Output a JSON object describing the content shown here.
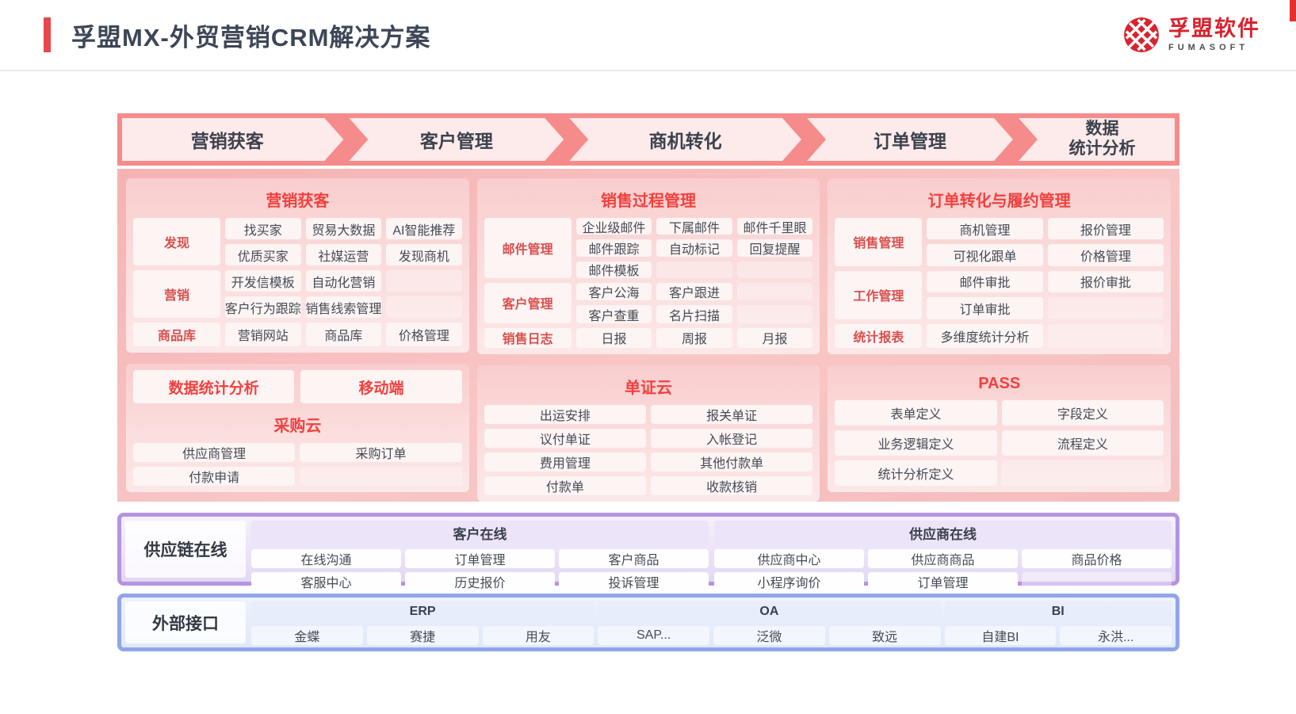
{
  "page": {
    "title": "孚盟MX-外贸营销CRM解决方案",
    "logo_cn": "孚盟软件",
    "logo_en": "FUMASOFT"
  },
  "colors": {
    "accent_red": "#e8474b",
    "flow_salmon": "#f58b8b",
    "section_title_red": "#f1413f",
    "purple_border": "#b494e2",
    "blue_border": "#90a5e9"
  },
  "flow": {
    "steps": [
      "营销获客",
      "客户管理",
      "商机转化",
      "订单管理"
    ],
    "last_step_line1": "数据",
    "last_step_line2": "统计分析"
  },
  "marketing": {
    "title": "营销获客",
    "groups": [
      {
        "label": "发现",
        "rows": [
          [
            "找买家",
            "贸易大数据",
            "AI智能推荐"
          ],
          [
            "优质买家",
            "社媒运营",
            "发现商机"
          ]
        ]
      },
      {
        "label": "营销",
        "rows": [
          [
            "开发信模板",
            "自动化营销",
            ""
          ],
          [
            "客户行为跟踪",
            "销售线索管理",
            ""
          ]
        ]
      },
      {
        "label": "商品库",
        "rows": [
          [
            "营销网站",
            "商品库",
            "价格管理"
          ]
        ]
      }
    ]
  },
  "sales_process": {
    "title": "销售过程管理",
    "groups": [
      {
        "label": "邮件管理",
        "rows": [
          [
            "企业级邮件",
            "下属邮件",
            "邮件千里眼"
          ],
          [
            "邮件跟踪",
            "自动标记",
            "回复提醒"
          ],
          [
            "邮件模板",
            "",
            ""
          ]
        ]
      },
      {
        "label": "客户管理",
        "rows": [
          [
            "客户公海",
            "客户跟进",
            ""
          ],
          [
            "客户查重",
            "名片扫描",
            ""
          ]
        ]
      },
      {
        "label": "销售日志",
        "rows": [
          [
            "日报",
            "周报",
            "月报"
          ]
        ]
      }
    ]
  },
  "order_mgmt": {
    "title": "订单转化与履约管理",
    "groups": [
      {
        "label": "销售管理",
        "rows": [
          [
            "商机管理",
            "报价管理"
          ],
          [
            "可视化跟单",
            "价格管理"
          ]
        ]
      },
      {
        "label": "工作管理",
        "rows": [
          [
            "邮件审批",
            "报价审批"
          ],
          [
            "订单审批",
            ""
          ]
        ]
      },
      {
        "label": "统计报表",
        "rows": [
          [
            "多维度统计分析",
            ""
          ]
        ]
      }
    ]
  },
  "data_mobile": {
    "box1": "数据统计分析",
    "box2": "移动端"
  },
  "procurement": {
    "title": "采购云",
    "rows": [
      [
        "供应商管理",
        "采购订单"
      ],
      [
        "付款申请",
        ""
      ]
    ]
  },
  "docs_cloud": {
    "title": "单证云",
    "rows": [
      [
        "出运安排",
        "报关单证"
      ],
      [
        "议付单证",
        "入帐登记"
      ],
      [
        "费用管理",
        "其他付款单"
      ],
      [
        "付款单",
        "收款核销"
      ]
    ]
  },
  "pass_platform": {
    "title": "PASS",
    "rows": [
      [
        "表单定义",
        "字段定义"
      ],
      [
        "业务逻辑定义",
        "流程定义"
      ],
      [
        "统计分析定义",
        ""
      ]
    ]
  },
  "supply_chain": {
    "label": "供应链在线",
    "groups": [
      {
        "header": "客户在线",
        "rows": [
          [
            "在线沟通",
            "订单管理",
            "客户商品"
          ],
          [
            "客服中心",
            "历史报价",
            "投诉管理"
          ]
        ]
      },
      {
        "header": "供应商在线",
        "rows": [
          [
            "供应商中心",
            "供应商商品",
            "商品价格"
          ],
          [
            "小程序询价",
            "订单管理",
            ""
          ]
        ]
      }
    ]
  },
  "external": {
    "label": "外部接口",
    "headers": [
      "ERP",
      "OA",
      "BI"
    ],
    "vendors": [
      "金蝶",
      "赛捷",
      "用友",
      "SAP...",
      "泛微",
      "致远",
      "自建BI",
      "永洪..."
    ]
  }
}
